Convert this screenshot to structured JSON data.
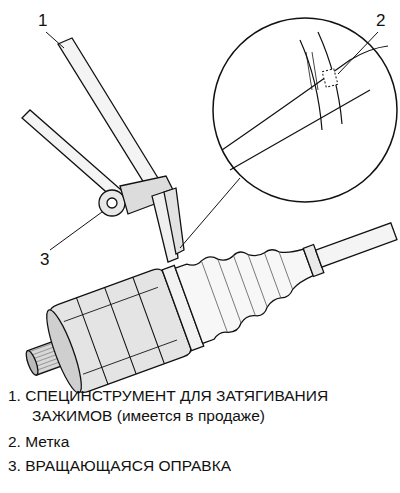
{
  "diagram": {
    "labels": [
      "1",
      "2",
      "3",
      "1. СПЕЦИНСТРУМЕНТ ДЛЯ ЗАТЯГИВАНИЯ ЗАЖИМОВ (имеется в продаже)",
      "2. Метка",
      "3. ВРАЩАЮЩАЯСЯ ОПРАВКА"
    ]
  }
}
